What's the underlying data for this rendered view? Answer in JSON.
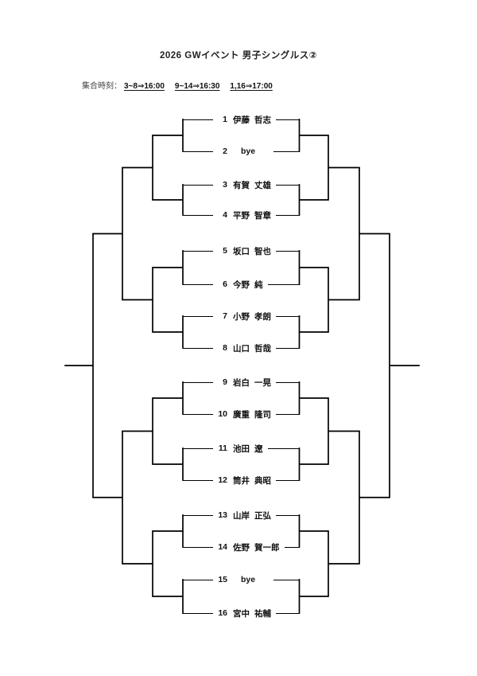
{
  "title": "2026 GWイベント 男子シングルス②",
  "meeting": {
    "label": "集合時刻：",
    "times": [
      "3~8⇒16:00",
      "9~14⇒16:30",
      "1,16⇒17:00"
    ]
  },
  "entries": [
    {
      "number": "1",
      "last": "伊藤",
      "first": "哲志"
    },
    {
      "number": "2",
      "name": "bye"
    },
    {
      "number": "3",
      "last": "有賀",
      "first": "丈雄"
    },
    {
      "number": "4",
      "last": "平野",
      "first": "智章"
    },
    {
      "number": "5",
      "last": "坂口",
      "first": "智也"
    },
    {
      "number": "6",
      "last": "今野",
      "first": "純"
    },
    {
      "number": "7",
      "last": "小野",
      "first": "孝朗"
    },
    {
      "number": "8",
      "last": "山口",
      "first": "哲哉"
    },
    {
      "number": "9",
      "last": "岩白",
      "first": "一晃"
    },
    {
      "number": "10",
      "last": "廣重",
      "first": "隆司"
    },
    {
      "number": "11",
      "last": "池田",
      "first": "遼"
    },
    {
      "number": "12",
      "last": "筒井",
      "first": "典昭"
    },
    {
      "number": "13",
      "last": "山岸",
      "first": "正弘"
    },
    {
      "number": "14",
      "last": "佐野",
      "first": "賀一郎"
    },
    {
      "number": "15",
      "name": "bye"
    },
    {
      "number": "16",
      "last": "宮中",
      "first": "祐輔"
    }
  ],
  "bracket": {
    "type": "single-elimination",
    "players": 16,
    "rounds": 4
  },
  "colors": {
    "line": "#000000",
    "text": "#111111",
    "background": "#ffffff"
  }
}
